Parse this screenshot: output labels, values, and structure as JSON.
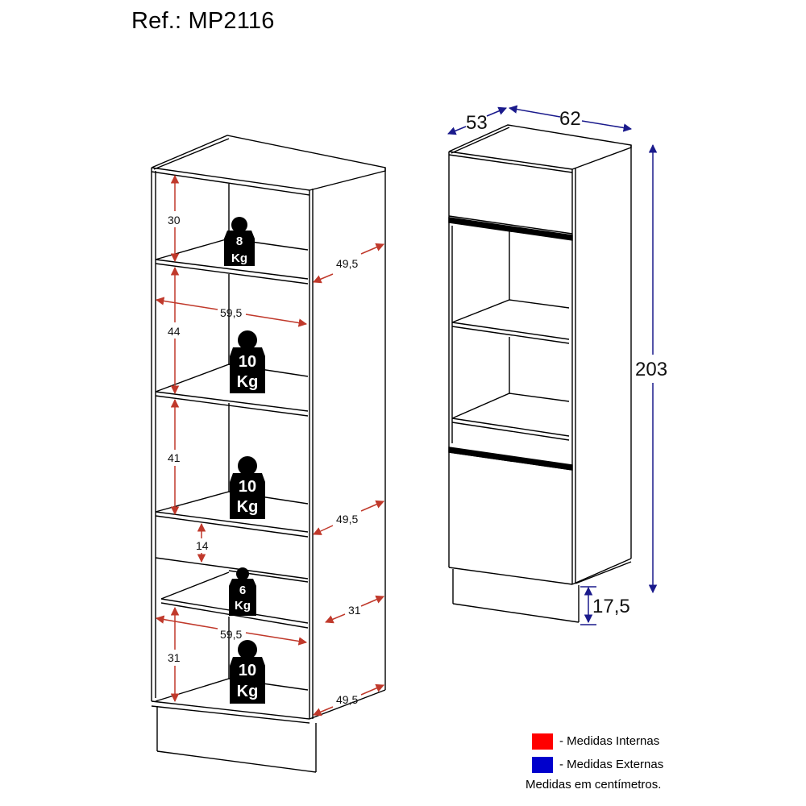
{
  "header": {
    "reference": "Ref.: MP2116"
  },
  "colors": {
    "internal": "#ff0000",
    "external": "#0000cc",
    "internal_arrow": "#c0392b",
    "external_arrow": "#1a1a8c"
  },
  "internal_view": {
    "heights": [
      "30",
      "44",
      "41",
      "14",
      "31"
    ],
    "widths": [
      "59,5",
      "59,5"
    ],
    "depths": [
      "49,5",
      "49,5",
      "31",
      "49,5"
    ],
    "weights": [
      {
        "value": "8",
        "unit": "Kg"
      },
      {
        "value": "10",
        "unit": "Kg"
      },
      {
        "value": "10",
        "unit": "Kg"
      },
      {
        "value": "6",
        "unit": "Kg"
      },
      {
        "value": "10",
        "unit": "Kg"
      }
    ]
  },
  "external_view": {
    "depth": "53",
    "width": "62",
    "height": "203",
    "base_height": "17,5"
  },
  "legend": {
    "items": [
      {
        "label": "- Medidas Internas",
        "color": "#ff0000"
      },
      {
        "label": "- Medidas Externas",
        "color": "#0000cc"
      }
    ],
    "note": "Medidas em centímetros."
  }
}
